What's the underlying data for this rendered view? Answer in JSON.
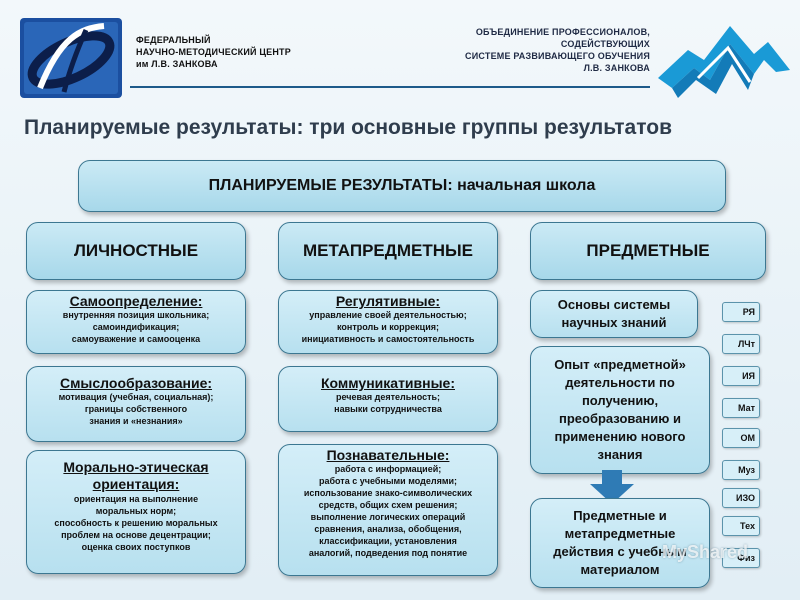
{
  "header": {
    "center_name": [
      "ФЕДЕРАЛЬНЫЙ",
      "НАУЧНО-МЕТОДИЧЕСКИЙ ЦЕНТР",
      "им Л.В. ЗАНКОВА"
    ],
    "association": [
      "ОБЪЕДИНЕНИЕ ПРОФЕССИОНАЛОВ,",
      "СОДЕЙСТВУЮЩИХ",
      "СИСТЕМЕ РАЗВИВАЮЩЕГО ОБУЧЕНИЯ",
      "Л.В. ЗАНКОВА"
    ]
  },
  "title": "Планируемые результаты: три основные группы результатов",
  "top_box": "ПЛАНИРУЕМЫЕ РЕЗУЛЬТАТЫ: начальная школа",
  "columns": {
    "personal": {
      "label": "ЛИЧНОСТНЫЕ",
      "cards": [
        {
          "heading": "Самоопределение:",
          "lines": [
            "внутренняя позиция школьника;",
            "самоиндификация;",
            "самоуважение и самооценка"
          ]
        },
        {
          "heading": "Смыслообразование:",
          "lines": [
            "мотивация (учебная, социальная);",
            "границы собственного",
            "знания и «незнания»"
          ]
        },
        {
          "heading": "Морально-этическая ориентация:",
          "lines": [
            "ориентация на выполнение",
            "моральных норм;",
            "способность к решению моральных",
            "проблем на основе децентрации;",
            "оценка своих поступков"
          ]
        }
      ]
    },
    "meta": {
      "label": "МЕТАПРЕДМЕТНЫЕ",
      "cards": [
        {
          "heading": "Регулятивные:",
          "lines": [
            "управление своей деятельностью;",
            "контроль и коррекция;",
            "инициативность и самостоятельность"
          ]
        },
        {
          "heading": "Коммуникативные:",
          "lines": [
            "речевая деятельность;",
            "навыки сотрудничества"
          ]
        },
        {
          "heading": "Познавательные:",
          "lines": [
            "работа с информацией;",
            "работа с учебными моделями;",
            "использование знако-символических",
            "средств, общих схем решения;",
            "выполнение логических операций",
            "сравнения, анализа, обобщения,",
            "классификации, установления",
            "аналогий, подведения под понятие"
          ]
        }
      ]
    },
    "subject": {
      "label": "ПРЕДМЕТНЫЕ",
      "cards": [
        {
          "text": "Основы системы научных знаний"
        },
        {
          "text": "Опыт «предметной» деятельности по получению, преобразованию и применению нового знания"
        },
        {
          "text": "Предметные и метапредметные действия с учебным материалом"
        }
      ]
    }
  },
  "subject_tags": [
    "РЯ",
    "ЛЧт",
    "ИЯ",
    "Мат",
    "ОМ",
    "Муз",
    "ИЗО",
    "Тех",
    "Физ"
  ],
  "watermark": "MyShared",
  "colors": {
    "accent": "#1e5a8a",
    "box_fill": "#b7e0ef",
    "box_border": "#3c7791",
    "title": "#2f3d4d"
  }
}
